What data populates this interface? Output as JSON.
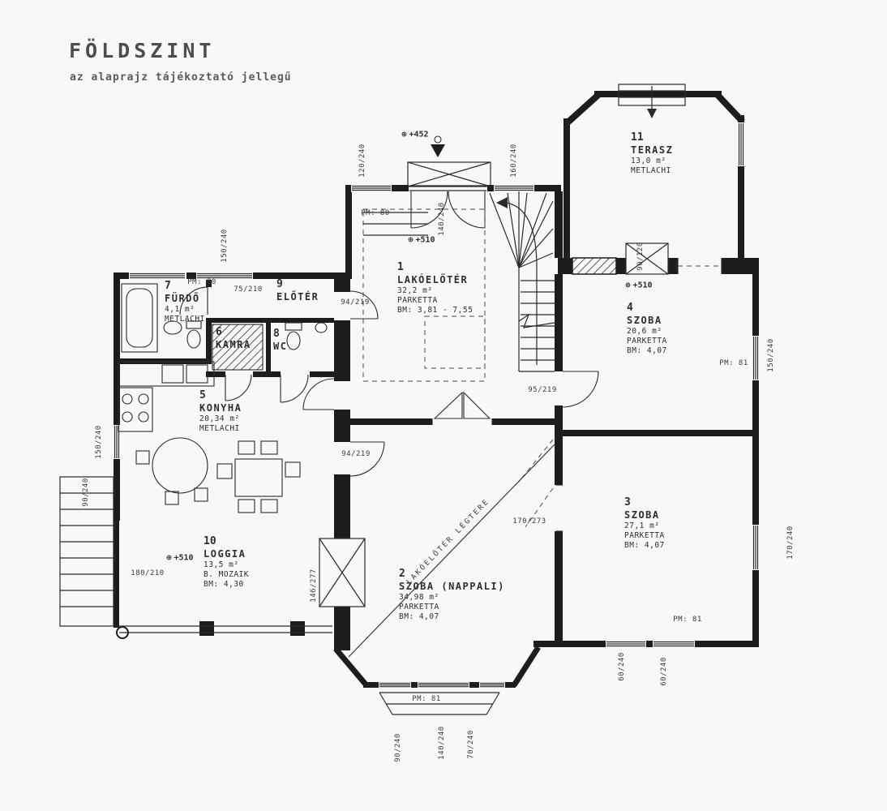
{
  "header": {
    "title": "FÖLDSZINT",
    "subtitle": "az alaprajz tájékoztató jellegű"
  },
  "symbols": {
    "datum": "⊕"
  },
  "rooms": [
    {
      "number": "1",
      "name": "LAKÓELŐTÉR",
      "area": "32,2 m²",
      "floor": "PARKETTA",
      "height": "BM: 3,81 - 7,55"
    },
    {
      "number": "2",
      "name": "SZOBA (NAPPALI)",
      "area": "34,98 m²",
      "floor": "PARKETTA",
      "height": "BM: 4,07"
    },
    {
      "number": "3",
      "name": "SZOBA",
      "area": "27,1 m²",
      "floor": "PARKETTA",
      "height": "BM: 4,07"
    },
    {
      "number": "4",
      "name": "SZOBA",
      "area": "20,6 m²",
      "floor": "PARKETTA",
      "height": "BM: 4,07"
    },
    {
      "number": "5",
      "name": "KONYHA",
      "area": "20,34 m²",
      "floor": "METLACHI"
    },
    {
      "number": "6",
      "name": "KAMRA"
    },
    {
      "number": "7",
      "name": "FÜRDŐ",
      "area": "4,1 m²",
      "floor": "METLACHI"
    },
    {
      "number": "8",
      "name": "WC"
    },
    {
      "number": "9",
      "name": "ELŐTÉR"
    },
    {
      "number": "10",
      "name": "LOGGIA",
      "area": "13,5 m²",
      "floor": "B. MOZAIK",
      "height": "BM: 4,30"
    },
    {
      "number": "11",
      "name": "TERASZ",
      "area": "13,0 m²",
      "floor": "METLACHI"
    }
  ],
  "levels": {
    "entry": "+452",
    "hall": "+510",
    "szoba4": "+510",
    "loggia": "+510"
  },
  "dims": {
    "facade_win_left": "120/240",
    "facade_door": "140/240",
    "facade_win_right": "160/240",
    "bath_win": "150/240",
    "bath_door": "75/210",
    "eloter_door": "94/219",
    "kitchen_win": "150/240",
    "kitchen_door": "94/219",
    "hall_szoba4_door": "95/219",
    "nappali_szoba3_opening": "170/273",
    "loggia_opening": "180/210",
    "loggia_corner_window": "146/277",
    "stair_window": "90/240",
    "bay_win_left": "90/240",
    "bay_win_mid": "140/240",
    "bay_win_right": "70/240",
    "szoba3_south_win_a": "60/240",
    "szoba3_south_win_b": "60/240",
    "szoba3_east_win": "170/240",
    "szoba4_east_win": "150/240",
    "terasz_flue": "90/120"
  },
  "sills": {
    "facade": "PM: 80",
    "bath": "PM: 80",
    "bay": "PM: 81",
    "szoba3": "PM: 81",
    "szoba4": "PM: 81"
  },
  "annotations": {
    "nappali_diagonal": "LAKÓELŐTÉR LÉGTERE"
  }
}
